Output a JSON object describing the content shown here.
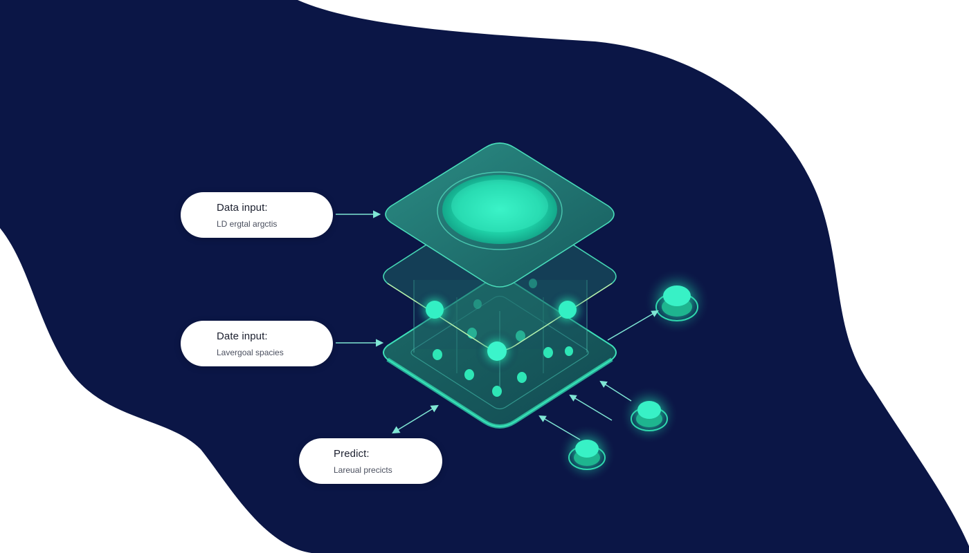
{
  "colors": {
    "background": "#ffffff",
    "blob": "#0b1646",
    "accent": "#2ee6b6",
    "panel": "#1f6e6a",
    "card": "#ffffff",
    "text": "#1b1f2e"
  },
  "labels": [
    {
      "title": "Data input:",
      "subtitle": "LD ergtal argctis"
    },
    {
      "title": "Date input:",
      "subtitle": "Lavergoal spacies"
    },
    {
      "title": "Predict:",
      "subtitle": "Lareual precicts"
    }
  ],
  "icons": [
    "arrow-right-icon",
    "arrow-double-icon",
    "glow-node-icon"
  ]
}
